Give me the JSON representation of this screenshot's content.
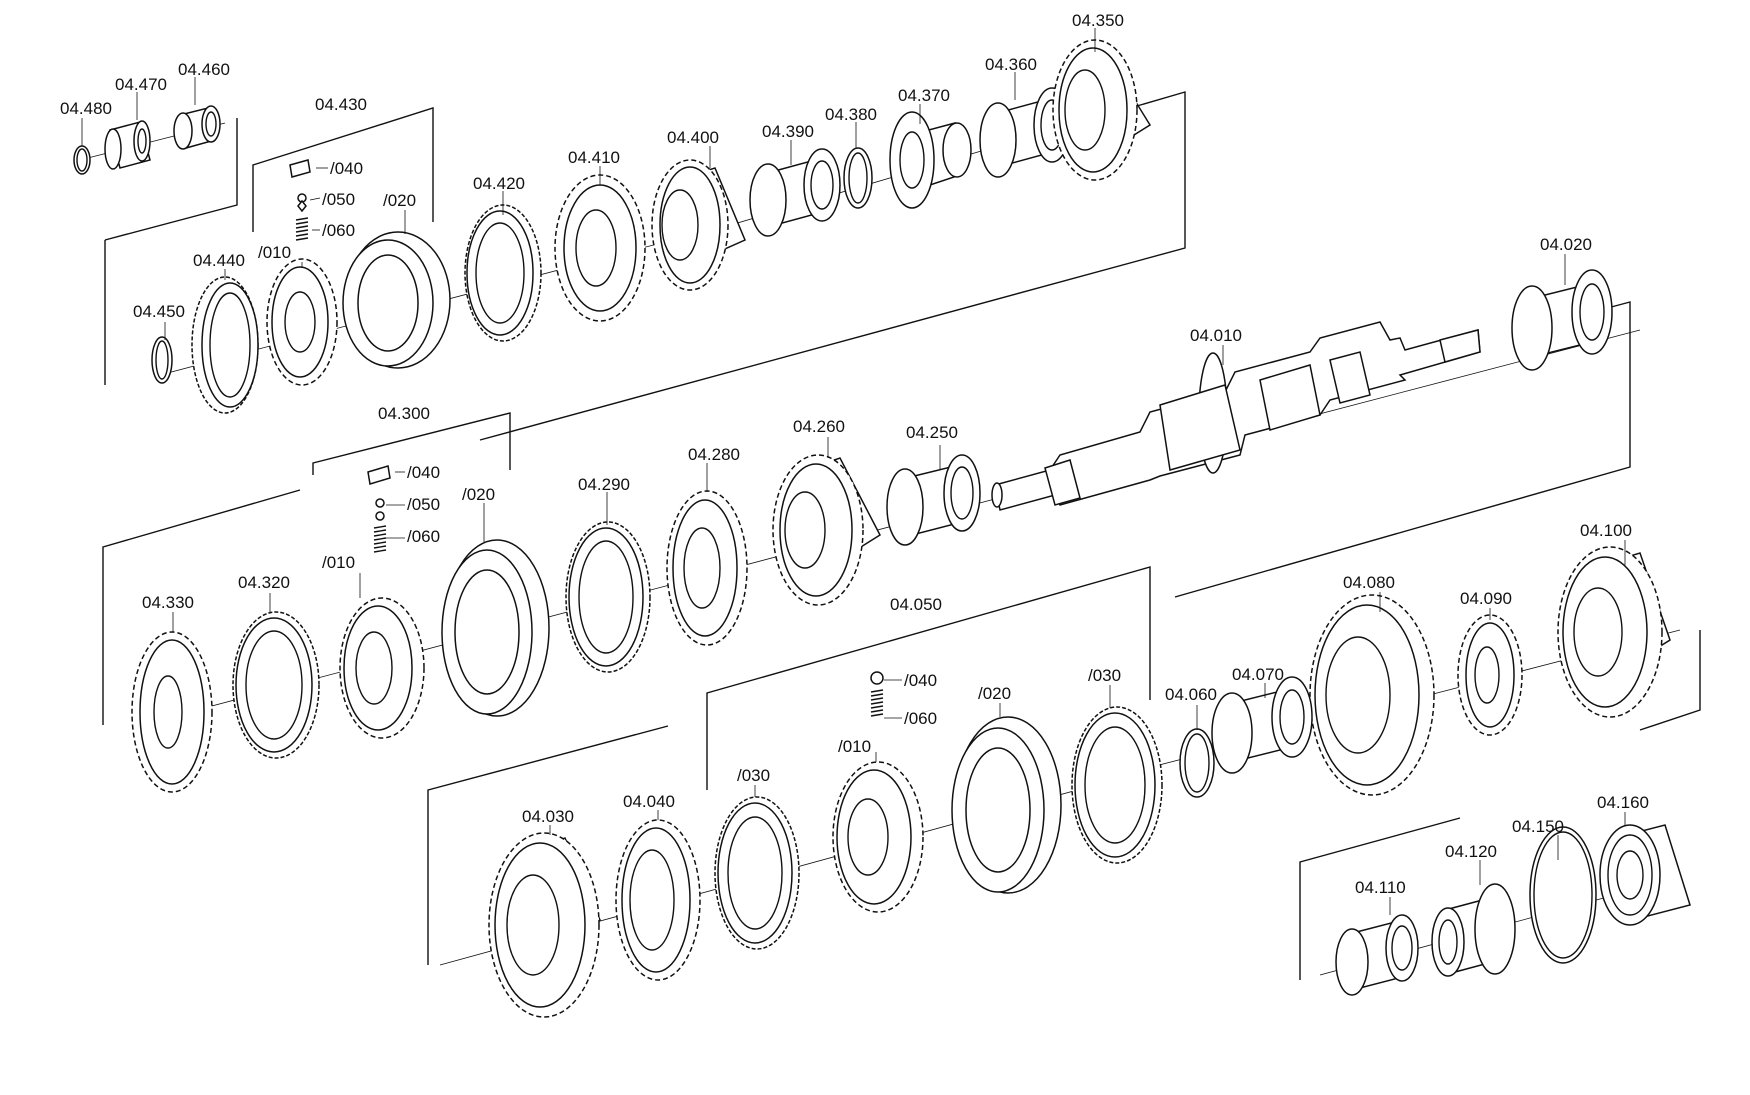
{
  "diagram": {
    "parts": [
      {
        "id": "p04480",
        "label": "04.480"
      },
      {
        "id": "p04470",
        "label": "04.470"
      },
      {
        "id": "p04460",
        "label": "04.460"
      },
      {
        "id": "p04430",
        "label": "04.430"
      },
      {
        "id": "p04350",
        "label": "04.350"
      },
      {
        "id": "p04360",
        "label": "04.360"
      },
      {
        "id": "p04370",
        "label": "04.370"
      },
      {
        "id": "p04380",
        "label": "04.380"
      },
      {
        "id": "p04390",
        "label": "04.390"
      },
      {
        "id": "p04400",
        "label": "04.400"
      },
      {
        "id": "p04410",
        "label": "04.410"
      },
      {
        "id": "p04420",
        "label": "04.420"
      },
      {
        "id": "p04440",
        "label": "04.440"
      },
      {
        "id": "p04450",
        "label": "04.450"
      },
      {
        "id": "p04020",
        "label": "04.020"
      },
      {
        "id": "p04010",
        "label": "04.010"
      },
      {
        "id": "p04300",
        "label": "04.300"
      },
      {
        "id": "p04290",
        "label": "04.290"
      },
      {
        "id": "p04280",
        "label": "04.280"
      },
      {
        "id": "p04260",
        "label": "04.260"
      },
      {
        "id": "p04250",
        "label": "04.250"
      },
      {
        "id": "p04330",
        "label": "04.330"
      },
      {
        "id": "p04320",
        "label": "04.320"
      },
      {
        "id": "p04050",
        "label": "04.050"
      },
      {
        "id": "p04100",
        "label": "04.100"
      },
      {
        "id": "p04080",
        "label": "04.080"
      },
      {
        "id": "p04090",
        "label": "04.090"
      },
      {
        "id": "p04070",
        "label": "04.070"
      },
      {
        "id": "p04060",
        "label": "04.060"
      },
      {
        "id": "p04030",
        "label": "04.030"
      },
      {
        "id": "p04040",
        "label": "04.040"
      },
      {
        "id": "p04160",
        "label": "04.160"
      },
      {
        "id": "p04150",
        "label": "04.150"
      },
      {
        "id": "p04120",
        "label": "04.120"
      },
      {
        "id": "p04110",
        "label": "04.110"
      }
    ],
    "sublabels": [
      {
        "id": "s430_040",
        "label": "/040"
      },
      {
        "id": "s430_050",
        "label": "/050"
      },
      {
        "id": "s430_060",
        "label": "/060"
      },
      {
        "id": "s430_020",
        "label": "/020"
      },
      {
        "id": "s430_010",
        "label": "/010"
      },
      {
        "id": "s300_040",
        "label": "/040"
      },
      {
        "id": "s300_050",
        "label": "/050"
      },
      {
        "id": "s300_060",
        "label": "/060"
      },
      {
        "id": "s300_020",
        "label": "/020"
      },
      {
        "id": "s300_010",
        "label": "/010"
      },
      {
        "id": "s050_040",
        "label": "/040"
      },
      {
        "id": "s050_060",
        "label": "/060"
      },
      {
        "id": "s050_020",
        "label": "/020"
      },
      {
        "id": "s050_010",
        "label": "/010"
      },
      {
        "id": "s050_030a",
        "label": "/030"
      },
      {
        "id": "s050_030b",
        "label": "/030"
      }
    ]
  }
}
